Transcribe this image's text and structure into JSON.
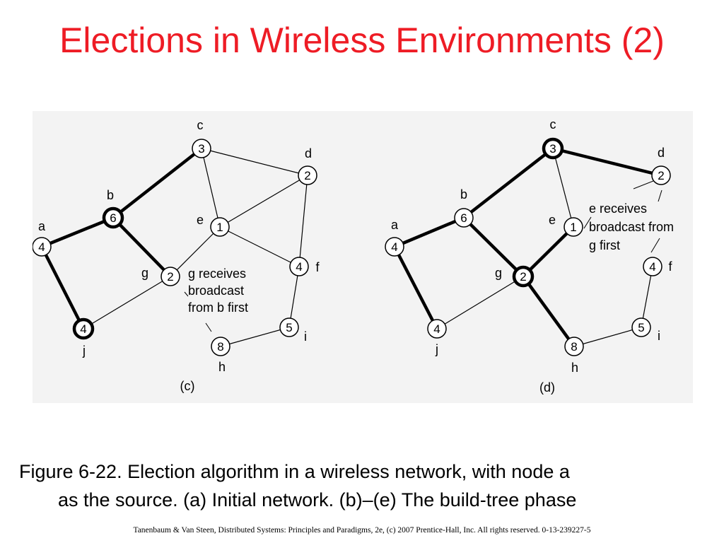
{
  "title": "Elections in Wireless Environments (2)",
  "colors": {
    "title": "#ee1c25",
    "panel_background": "#f3f3f3",
    "ink": "#000000"
  },
  "diagrams": [
    {
      "id": "c",
      "caption": "(c)",
      "nodes": [
        {
          "id": "c",
          "letter": "c",
          "value": "3",
          "highlighted": false
        },
        {
          "id": "d",
          "letter": "d",
          "value": "2",
          "highlighted": false
        },
        {
          "id": "b",
          "letter": "b",
          "value": "6",
          "highlighted": true
        },
        {
          "id": "e",
          "letter": "e",
          "value": "1",
          "highlighted": false
        },
        {
          "id": "a",
          "letter": "a",
          "value": "4",
          "highlighted": false
        },
        {
          "id": "f",
          "letter": "f",
          "value": "4",
          "highlighted": false
        },
        {
          "id": "g",
          "letter": "g",
          "value": "2",
          "highlighted": false
        },
        {
          "id": "j",
          "letter": "j",
          "value": "4",
          "highlighted": true
        },
        {
          "id": "i",
          "letter": "i",
          "value": "5",
          "highlighted": false
        },
        {
          "id": "h",
          "letter": "h",
          "value": "8",
          "highlighted": false
        }
      ],
      "edges": [
        {
          "from": "c",
          "to": "d",
          "bold": false
        },
        {
          "from": "c",
          "to": "e",
          "bold": false
        },
        {
          "from": "c",
          "to": "b",
          "bold": true
        },
        {
          "from": "d",
          "to": "e",
          "bold": false
        },
        {
          "from": "d",
          "to": "f",
          "bold": false
        },
        {
          "from": "b",
          "to": "a",
          "bold": true
        },
        {
          "from": "b",
          "to": "g",
          "bold": true
        },
        {
          "from": "e",
          "to": "f",
          "bold": false
        },
        {
          "from": "e",
          "to": "g",
          "bold": false
        },
        {
          "from": "a",
          "to": "j",
          "bold": true
        },
        {
          "from": "g",
          "to": "j",
          "bold": false
        },
        {
          "from": "f",
          "to": "i",
          "bold": false
        },
        {
          "from": "i",
          "to": "h",
          "bold": false
        }
      ],
      "annotation": [
        "g receives",
        "broadcast",
        "from b first"
      ]
    },
    {
      "id": "d",
      "caption": "(d)",
      "nodes": [
        {
          "id": "c",
          "letter": "c",
          "value": "3",
          "highlighted": true
        },
        {
          "id": "d",
          "letter": "d",
          "value": "2",
          "highlighted": false
        },
        {
          "id": "b",
          "letter": "b",
          "value": "6",
          "highlighted": false
        },
        {
          "id": "e",
          "letter": "e",
          "value": "1",
          "highlighted": false
        },
        {
          "id": "a",
          "letter": "a",
          "value": "4",
          "highlighted": false
        },
        {
          "id": "f",
          "letter": "f",
          "value": "4",
          "highlighted": false
        },
        {
          "id": "g",
          "letter": "g",
          "value": "2",
          "highlighted": true
        },
        {
          "id": "j",
          "letter": "j",
          "value": "4",
          "highlighted": false
        },
        {
          "id": "i",
          "letter": "i",
          "value": "5",
          "highlighted": false
        },
        {
          "id": "h",
          "letter": "h",
          "value": "8",
          "highlighted": false
        }
      ],
      "edges": [
        {
          "from": "c",
          "to": "d",
          "bold": true
        },
        {
          "from": "c",
          "to": "e",
          "bold": false
        },
        {
          "from": "c",
          "to": "b",
          "bold": true
        },
        {
          "from": "b",
          "to": "a",
          "bold": true
        },
        {
          "from": "b",
          "to": "g",
          "bold": true
        },
        {
          "from": "e",
          "to": "g",
          "bold": true
        },
        {
          "from": "a",
          "to": "j",
          "bold": true
        },
        {
          "from": "g",
          "to": "j",
          "bold": false
        },
        {
          "from": "g",
          "to": "h",
          "bold": true
        },
        {
          "from": "f",
          "to": "i",
          "bold": false
        },
        {
          "from": "i",
          "to": "h",
          "bold": false
        }
      ],
      "annotation": [
        "e receives",
        "broadcast from",
        "g first"
      ]
    }
  ],
  "caption_lines": [
    "Figure 6-22. Election algorithm in a wireless network, with node a",
    "as the source. (a) Initial network. (b)–(e) The build-tree phase"
  ],
  "footer": "Tanenbaum & Van Steen, Distributed Systems: Principles and Paradigms, 2e, (c) 2007 Prentice-Hall, Inc. All rights reserved. 0-13-239227-5"
}
